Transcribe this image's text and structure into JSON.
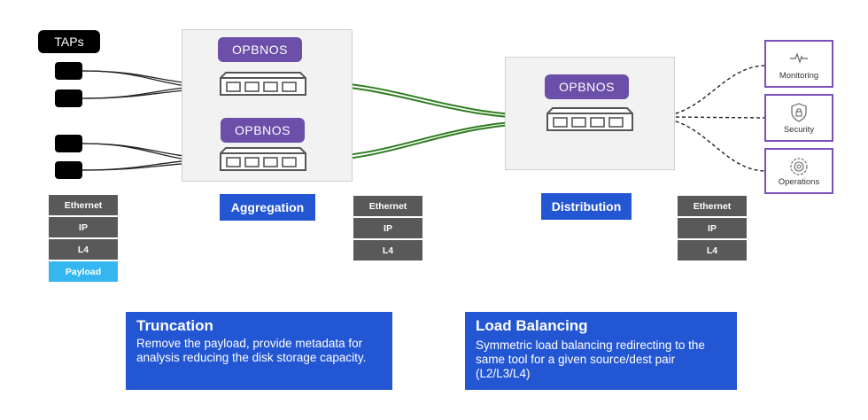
{
  "taps": {
    "label": "TAPs"
  },
  "os_label": "OPBNOS",
  "stages": {
    "aggregation": "Aggregation",
    "distribution": "Distribution"
  },
  "stack_left": [
    "Ethernet",
    "IP",
    "L4",
    "Payload"
  ],
  "stack_mid": [
    "Ethernet",
    "IP",
    "L4"
  ],
  "stack_right": [
    "Ethernet",
    "IP",
    "L4"
  ],
  "tools": [
    {
      "label": "Monitoring",
      "icon": "pulse-icon"
    },
    {
      "label": "Security",
      "icon": "lock-shield-icon"
    },
    {
      "label": "Operations",
      "icon": "gear-icon"
    }
  ],
  "cards": {
    "truncation": {
      "title": "Truncation",
      "text": "Remove the payload, provide metadata for analysis reducing the disk storage capacity."
    },
    "load_balancing": {
      "title": "Load Balancing",
      "text": "Symmetric load balancing redirecting to the same tool  for a given source/dest pair (L2/L3/L4)"
    }
  },
  "colors": {
    "purple": "#6b4fa8",
    "blue": "#2356d3",
    "green_link": "#2e7d1f",
    "payload": "#35b6f0",
    "stack_gray": "#595959"
  }
}
